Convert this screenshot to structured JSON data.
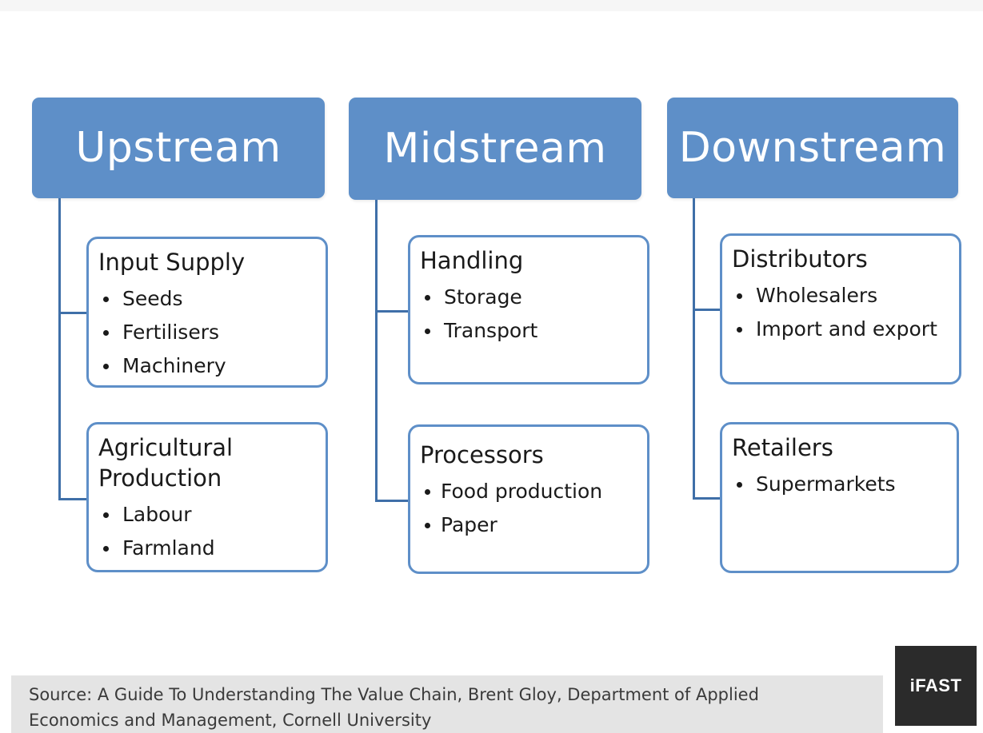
{
  "columns": [
    {
      "header": "Upstream",
      "cards": [
        {
          "title": "Input Supply",
          "items": [
            "Seeds",
            "Fertilisers",
            "Machinery"
          ]
        },
        {
          "title": "Agricultural Production",
          "items": [
            "Labour",
            "Farmland"
          ]
        }
      ]
    },
    {
      "header": "Midstream",
      "cards": [
        {
          "title": "Handling",
          "items": [
            "Storage",
            "Transport"
          ]
        },
        {
          "title": "Processors",
          "items": [
            "Food production",
            "Paper"
          ]
        }
      ]
    },
    {
      "header": "Downstream",
      "cards": [
        {
          "title": "Distributors",
          "items": [
            "Wholesalers",
            "Import and export"
          ]
        },
        {
          "title": "Retailers",
          "items": [
            "Supermarkets"
          ]
        }
      ]
    }
  ],
  "footer": {
    "source": "Source: A Guide To Understanding The Value Chain, Brent Gloy, Department of Applied Economics and Management, Cornell University"
  },
  "logo": {
    "text": "iFAST"
  },
  "colors": {
    "header_fill": "#5e8fc8",
    "card_border": "#5e8fc8",
    "connector": "#3f6fa8",
    "footer_bg": "#e4e4e4",
    "logo_bg": "#2b2b2b"
  }
}
